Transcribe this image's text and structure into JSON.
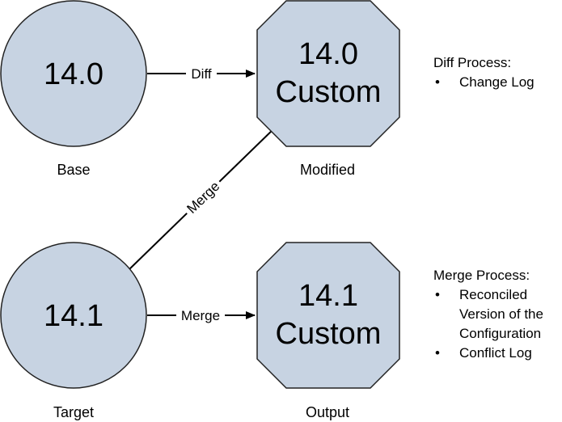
{
  "nodes": {
    "base": {
      "value": "14.0",
      "caption": "Base"
    },
    "modified": {
      "line1": "14.0",
      "line2": "Custom",
      "caption": "Modified"
    },
    "target": {
      "value": "14.1",
      "caption": "Target"
    },
    "output": {
      "line1": "14.1",
      "line2": "Custom",
      "caption": "Output"
    }
  },
  "edges": {
    "diff": "Diff",
    "merge_diagonal": "Merge",
    "merge_horizontal": "Merge"
  },
  "diff_process": {
    "title": "Diff Process:",
    "items": [
      "Change Log"
    ]
  },
  "merge_process": {
    "title": "Merge Process:",
    "items": [
      "Reconciled Version of the Configuration",
      "Conflict Log"
    ]
  },
  "colors": {
    "node_fill": "#c7d3e2",
    "node_stroke": "#222222",
    "edge": "#000000"
  }
}
